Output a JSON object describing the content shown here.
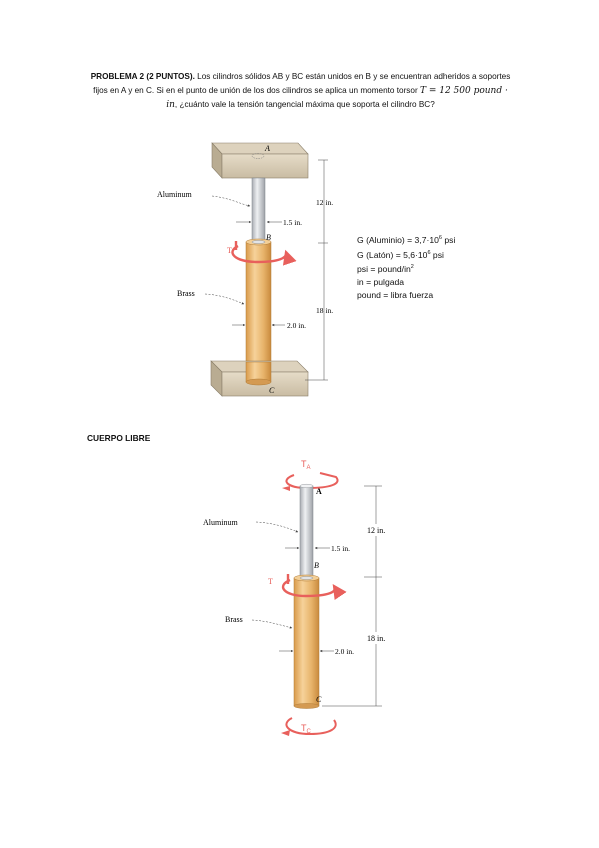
{
  "problem": {
    "heading": "PROBLEMA 2 (2 PUNTOS).",
    "text1": " Los cilindros sólidos AB y BC están unidos en B y se encuentran adheridos a soportes fijos en A y en C. Si en el punto de unión de los dos cilindros se aplica un momento torsor ",
    "equation": "T = 12 500 pound · in",
    "text2": ", ¿cuánto vale la tensión tangencial máxima que soporta el cilindro BC?"
  },
  "properties": {
    "g_al_label": "G (Aluminio) = 3,7·10",
    "g_al_exp": "6",
    "g_al_unit": " psi",
    "g_br_label": "G (Latón) = 5,6·10",
    "g_br_exp": "6",
    "g_br_unit": " psi",
    "psi_def": "psi = pound/in",
    "psi_exp": "2",
    "in_def": "in = pulgada",
    "pound_def": "pound = libra fuerza"
  },
  "section_title": "CUERPO LIBRE",
  "figure1": {
    "label_a": "A",
    "label_b": "B",
    "label_c": "C",
    "label_t": "T",
    "aluminum": "Aluminum",
    "brass": "Brass",
    "dia_top": "1.5 in.",
    "dia_bottom": "2.0 in.",
    "len_top": "12 in.",
    "len_bottom": "18 in."
  },
  "figure2": {
    "label_ta": "T",
    "label_ta_sub": "A",
    "label_a": "A",
    "label_b": "B",
    "label_c": "C",
    "label_t": "T",
    "label_tc": "T",
    "label_tc_sub": "C",
    "aluminum": "Aluminum",
    "brass": "Brass",
    "dia_top": "1.5 in.",
    "dia_bottom": "2.0 in.",
    "len_top": "12 in.",
    "len_bottom": "18 in."
  },
  "colors": {
    "brass": "#e9b870",
    "aluminum": "#cfd2d6",
    "torque": "#e8605c",
    "support": "#d8ccb6"
  }
}
